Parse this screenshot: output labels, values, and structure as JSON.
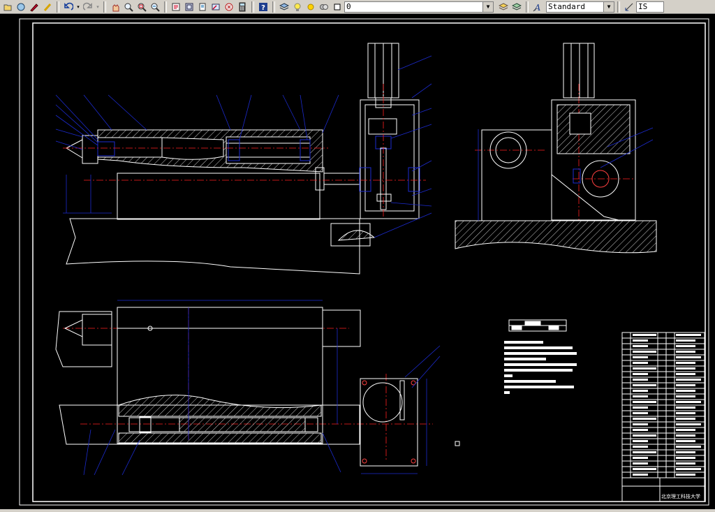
{
  "toolbar": {
    "layer_name": "0",
    "text_style": "Standard",
    "dim_style": "IS",
    "buttons": [
      "open-icon",
      "folder-icon",
      "brush-icon",
      "match-properties-icon",
      "undo-icon",
      "redo-icon",
      "pan-icon",
      "zoom-realtime-icon",
      "zoom-window-icon",
      "zoom-previous-icon",
      "properties-icon",
      "design-center-icon",
      "tool-palettes-icon",
      "markup-icon",
      "calculator-icon",
      "help-icon",
      "layer-manager-icon",
      "layer-state-icon",
      "text-style-icon",
      "dim-style-icon"
    ]
  },
  "drawing": {
    "title_block_text": "北京理工科技大学",
    "colors": {
      "background": "#000000",
      "lines": "#ffffff",
      "dimensions": "#1c2bd0",
      "centerlines": "#ff2020",
      "highlight": "#ffff00"
    }
  }
}
